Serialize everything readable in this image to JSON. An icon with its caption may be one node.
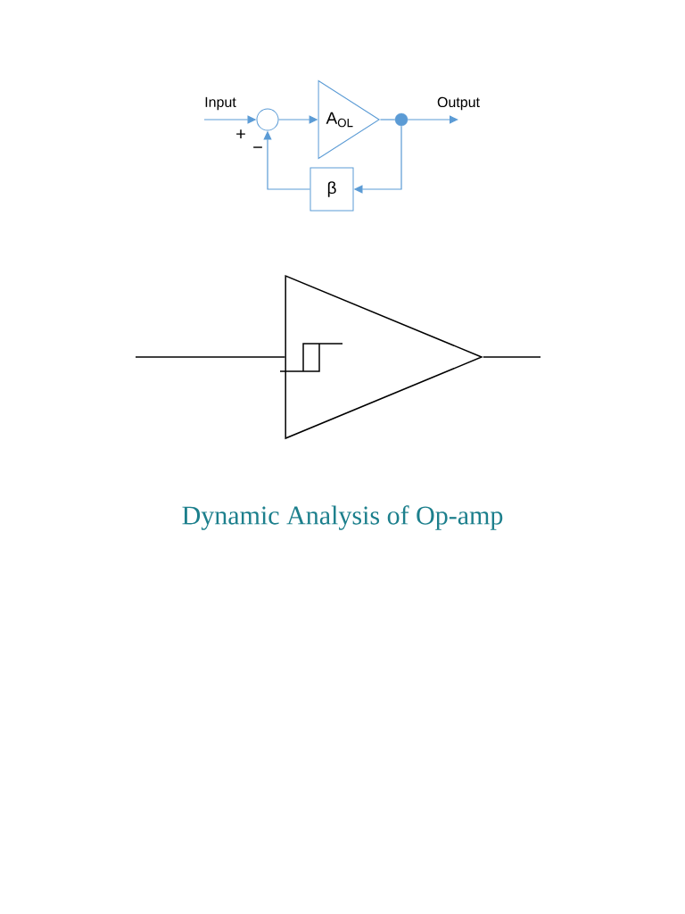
{
  "diagram": {
    "caption": "Dynamic Analysis of Op-amp",
    "nodes": [
      {
        "text": [
          "Input"
        ]
      },
      {
        "text": [],
        "shape": "circle"
      },
      {
        "text": [
          "A$_{OL}$"
        ]
      },
      {
        "text": [],
        "shape": "circle"
      },
      {
        "text": [
          "Output"
        ]
      },
      {
        "text": [
          "β"
        ]
      },
      {
        "text": [],
        "shape": "triangle"
      }
    ],
    "edges": [
      {
        "from": 0,
        "to": 1,
        "arrow": "to"
      },
      {
        "from": 1,
        "to": 2,
        "arrow": "to"
      },
      {
        "from": 2,
        "to": 3,
        "arrow": "none"
      },
      {
        "from": 3,
        "to": 4,
        "arrow": "to"
      },
      {
        "from": 3,
        "to": 5,
        "arrow": "to"
      },
      {
        "from": 5,
        "to": 1,
        "arrow": "to"
      },
      {
        "from": null,
        "to": 6,
        "arrow": "none",
        "color": "#000000"
      },
      {
        "from": 6,
        "to": null,
        "arrow": "none",
        "color": "#000000"
      }
    ],
    "labels": [
      "+",
      "−"
    ]
  }
}
